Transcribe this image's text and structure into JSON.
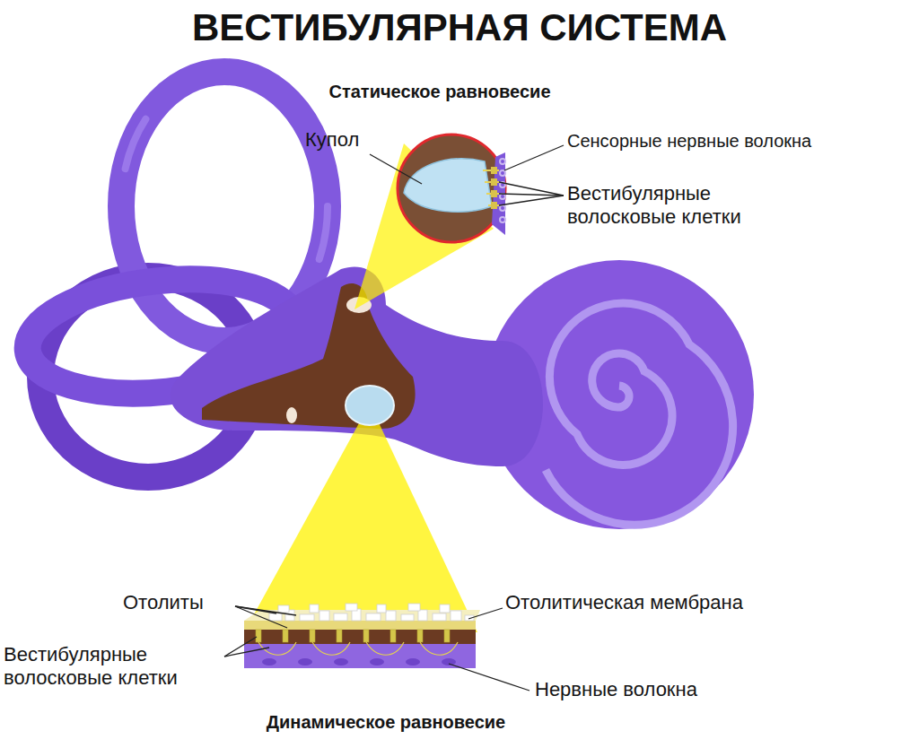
{
  "diagram": {
    "title": "ВЕСТИБУЛЯРНАЯ СИСТЕМА",
    "labels": [
      "Статическое равновесие",
      "Купол",
      "Сенсорные нервные волокна",
      "Вестибулярные волосковые клетки",
      "Отолиты",
      "Отолитическая мембрана",
      "Вестибулярные волосковые клетки",
      "Нервные волокна",
      "Динамическое равновесие"
    ]
  }
}
